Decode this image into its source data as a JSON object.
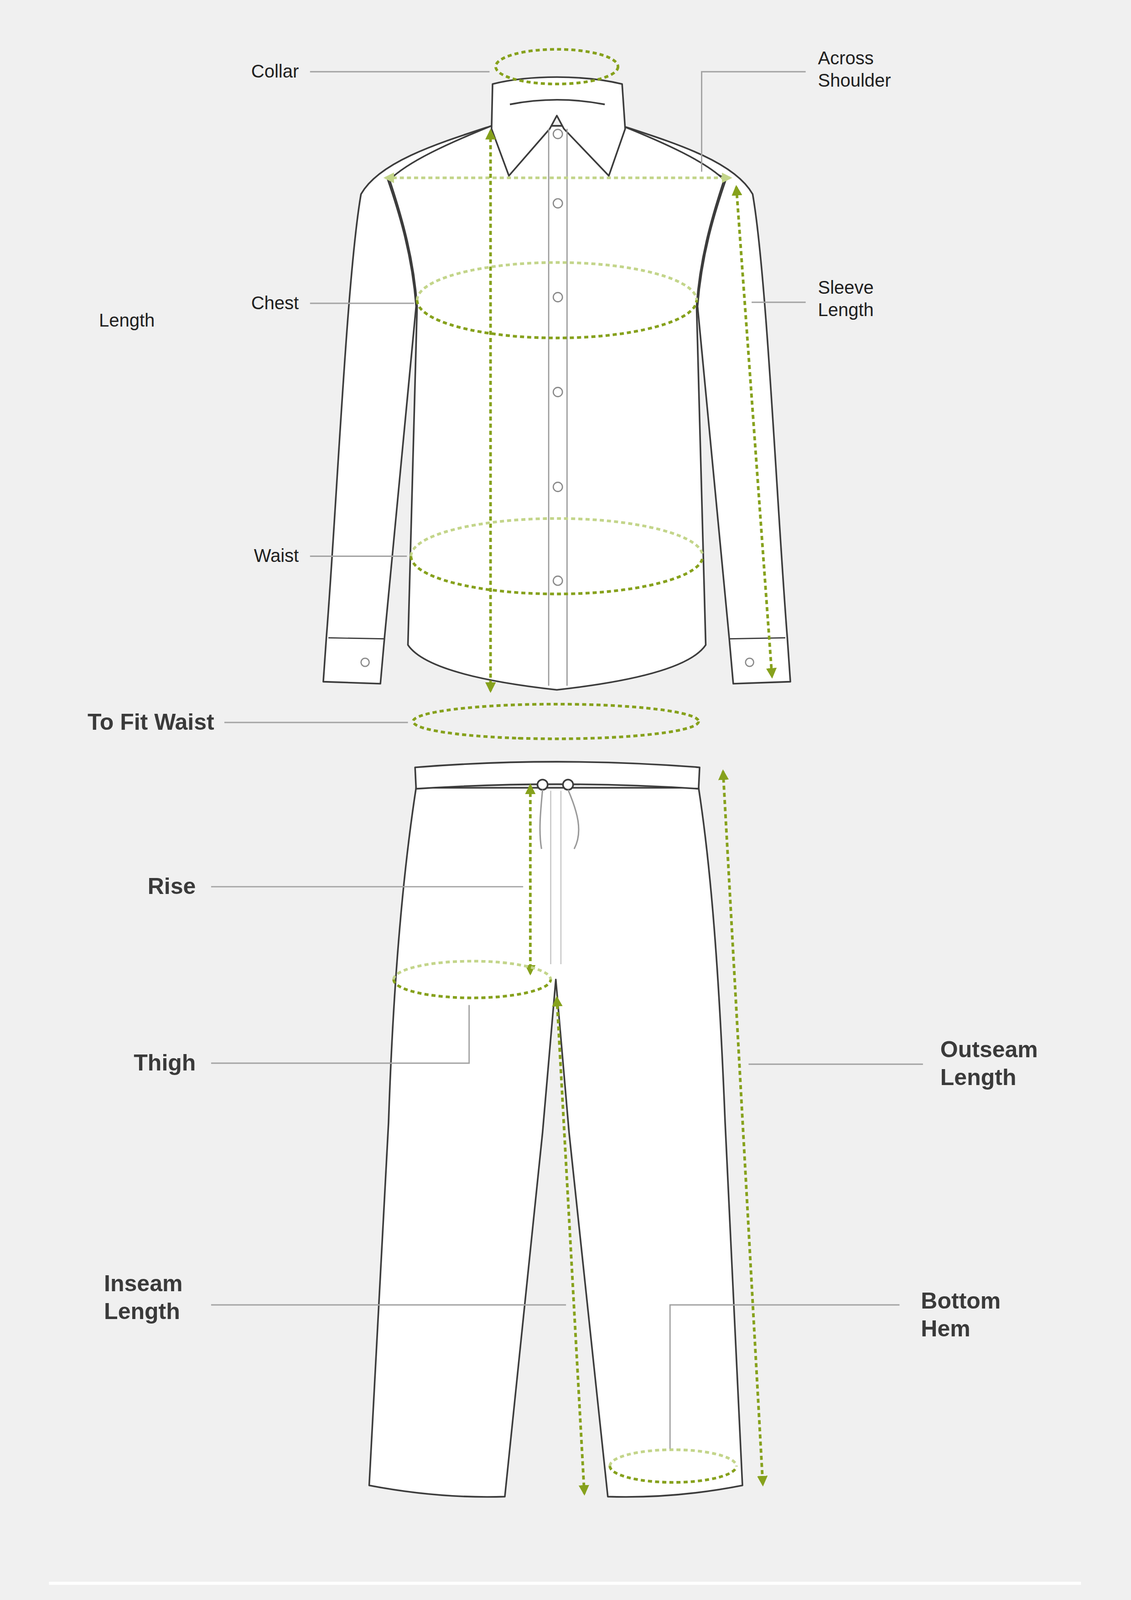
{
  "diagram": {
    "labels": [
      "Collar",
      "Across Shoulder",
      "Length",
      "Chest",
      "Sleeve Length",
      "Waist",
      "To Fit Waist",
      "Rise",
      "Thigh",
      "Outseam Length",
      "Inseam Length",
      "Bottom Hem"
    ]
  }
}
